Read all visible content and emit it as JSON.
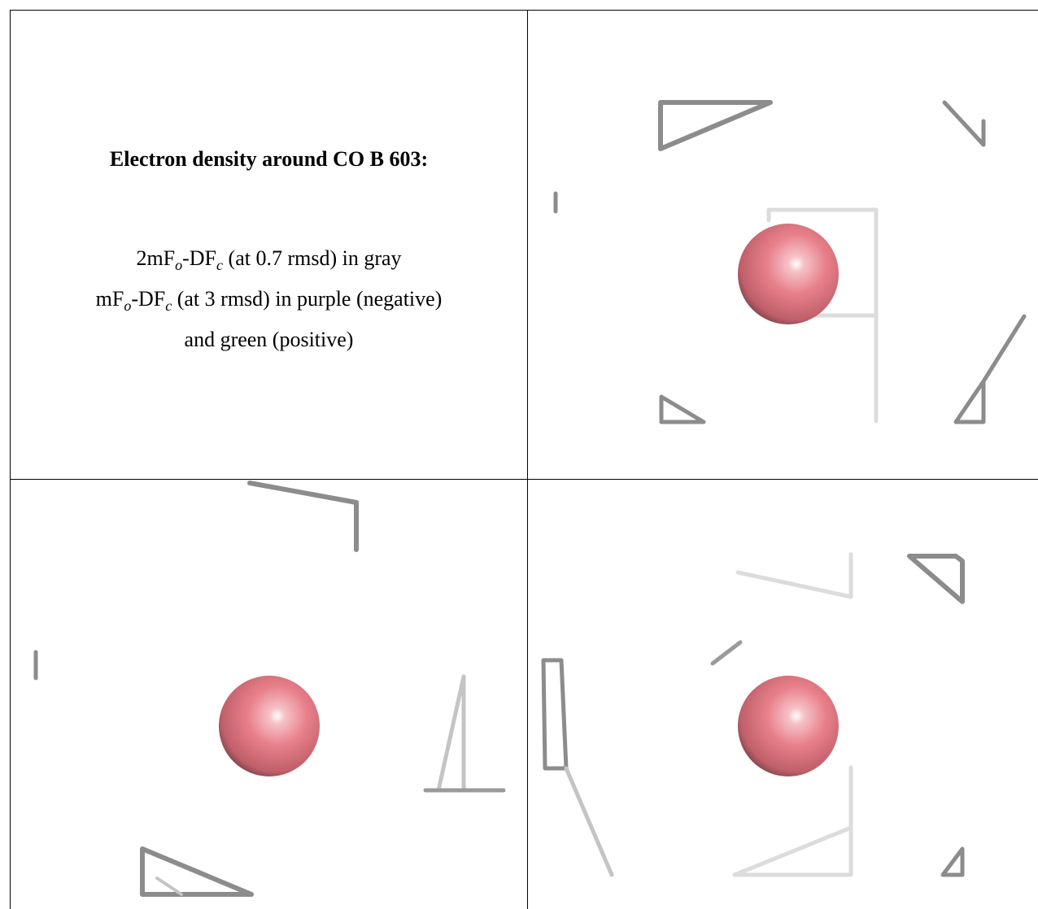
{
  "caption": {
    "title": "Electron density around CO B 603:",
    "map1_prefix": "2mF",
    "map1_o": "o",
    "map1_mid": "-DF",
    "map1_c": "c",
    "map1_suffix": " (at 0.7 rmsd) in gray",
    "map2_prefix": "mF",
    "map2_o": "o",
    "map2_mid": "-DF",
    "map2_c": "c",
    "map2_suffix": " (at 3 rmsd) in purple (negative)",
    "map2_line2": "and green (positive)"
  },
  "colors": {
    "sphere": "#e8808a",
    "mesh_dark": "#8c8c8c",
    "mesh_light": "#d4d4d4",
    "border": "#000000"
  },
  "panels": [
    {
      "name": "view-1",
      "atom": "CO"
    },
    {
      "name": "view-2",
      "atom": "CO"
    },
    {
      "name": "view-3",
      "atom": "CO"
    }
  ]
}
